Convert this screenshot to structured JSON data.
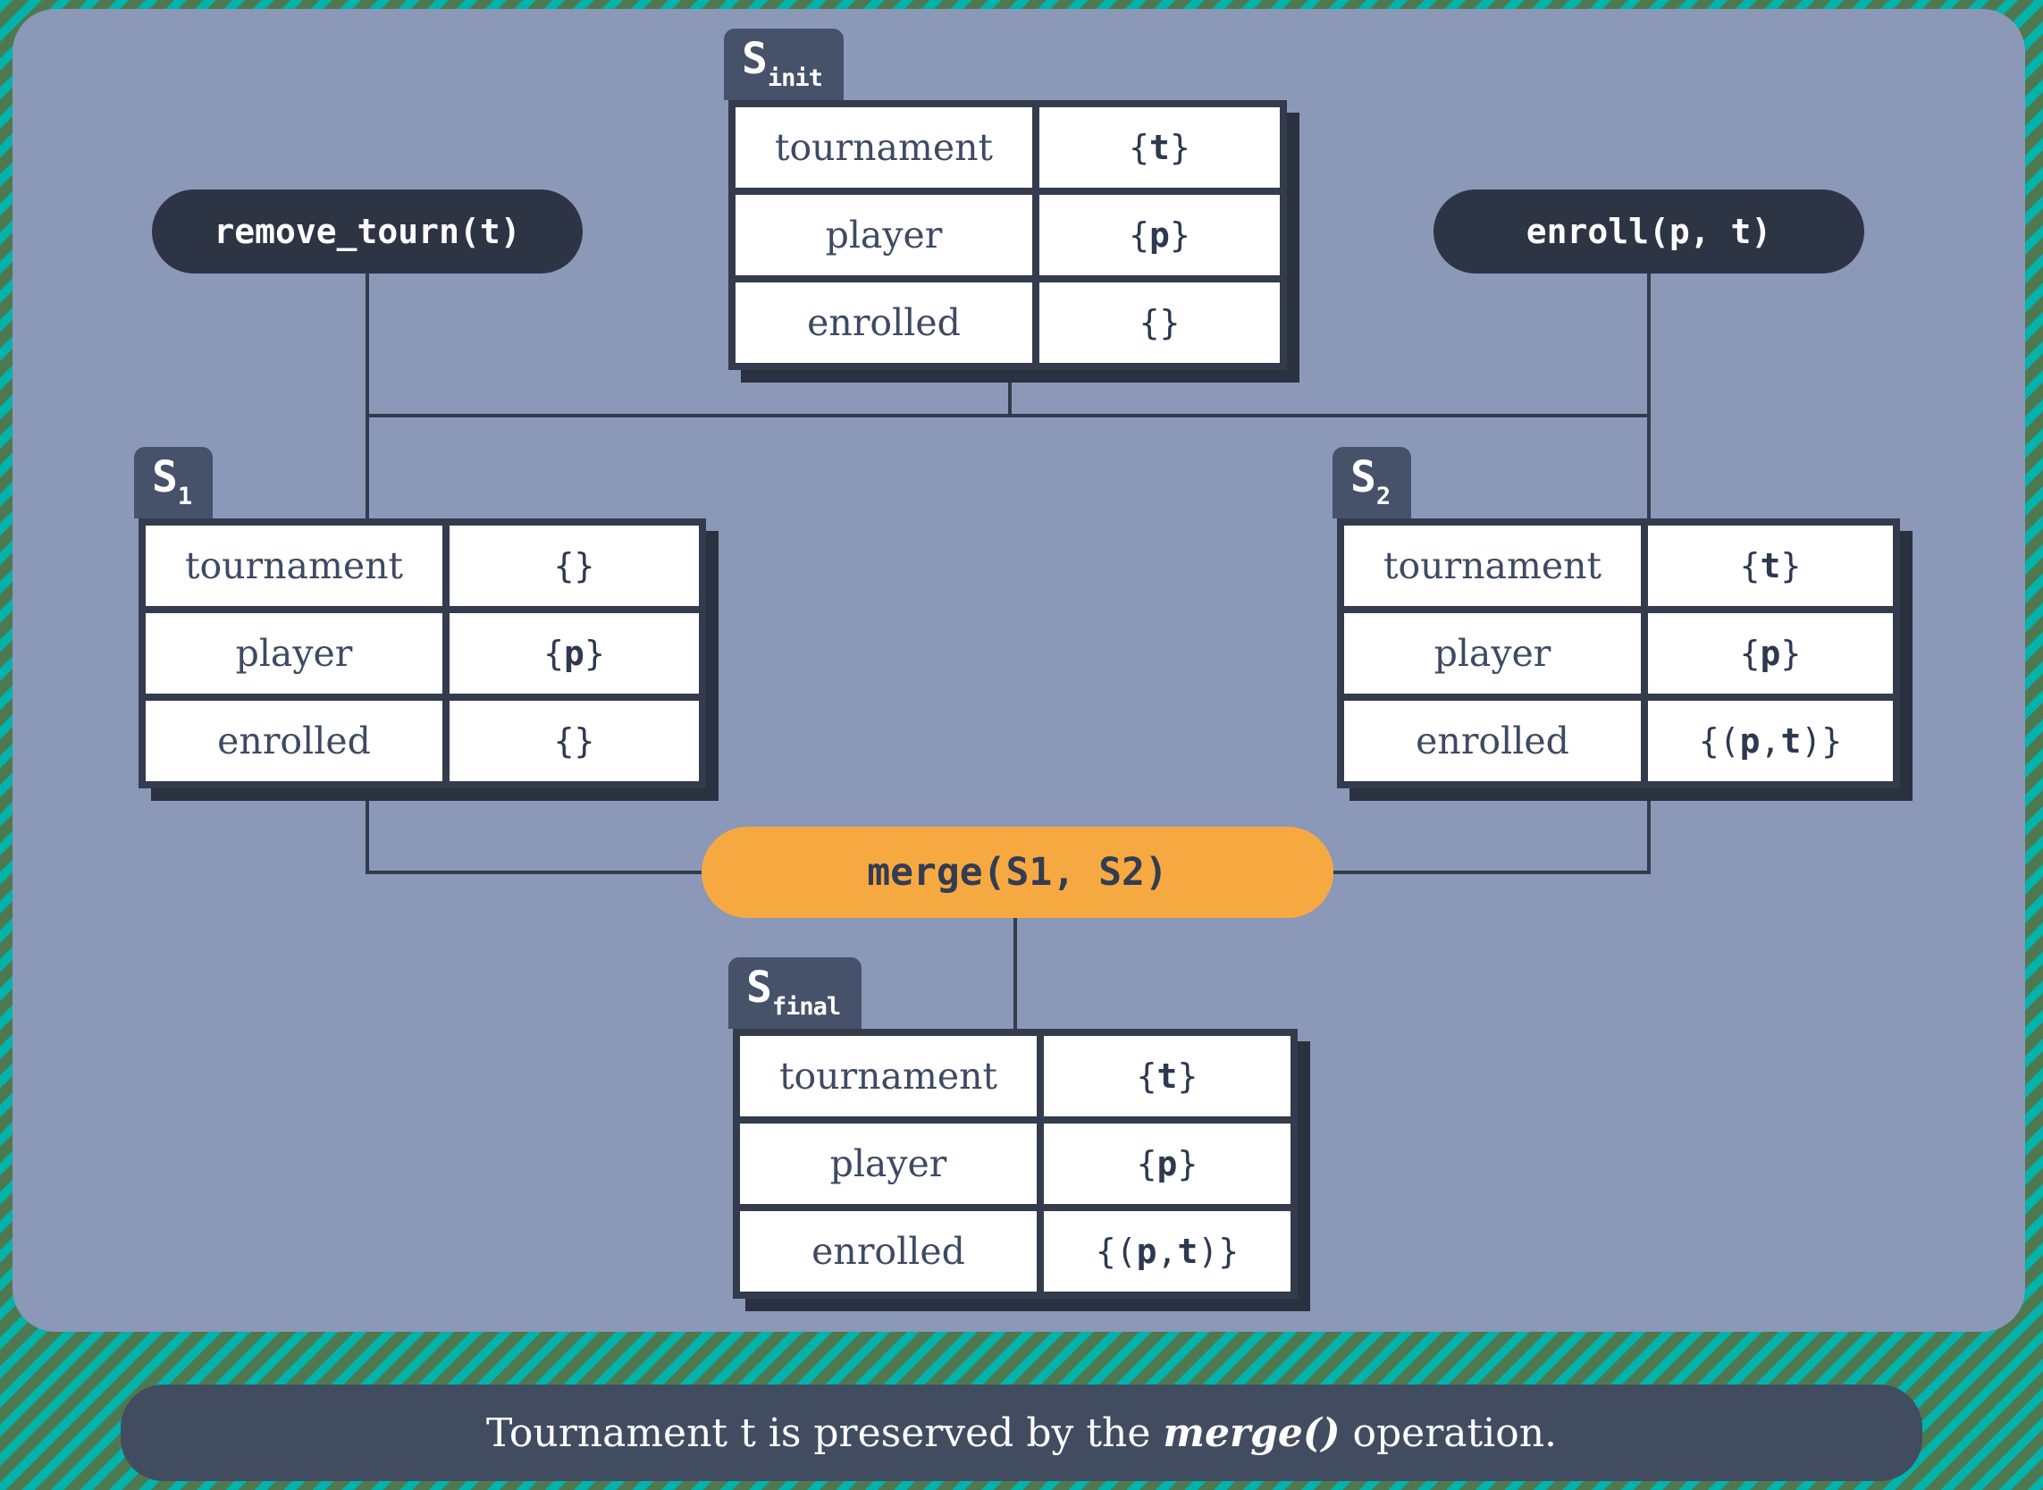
{
  "palette": {
    "stripe_green": "#4e7950",
    "stripe_teal": "#00b4ab",
    "panel_bg": "#8b98b8",
    "frame_slate": "#333b4d",
    "tab_slate": "#46526a",
    "pill_dark": "#2d3545",
    "merge_orange": "#f7a941",
    "cell_white": "#ffffff",
    "caption_bg": "#424c61"
  },
  "operations": {
    "remove_tourn": {
      "label": "remove_tourn(t)"
    },
    "enroll": {
      "label": "enroll(p, t)"
    },
    "merge": {
      "label": "merge(S1, S2)"
    }
  },
  "tables": {
    "s_init": {
      "tab_main": "S",
      "tab_sub": "init",
      "rows": [
        {
          "label": "tournament",
          "value": "{t}"
        },
        {
          "label": "player",
          "value": "{p}"
        },
        {
          "label": "enrolled",
          "value": "{}"
        }
      ]
    },
    "s1": {
      "tab_main": "S",
      "tab_sub": "1",
      "rows": [
        {
          "label": "tournament",
          "value": "{}"
        },
        {
          "label": "player",
          "value": "{p}"
        },
        {
          "label": "enrolled",
          "value": "{}"
        }
      ]
    },
    "s2": {
      "tab_main": "S",
      "tab_sub": "2",
      "rows": [
        {
          "label": "tournament",
          "value": "{t}"
        },
        {
          "label": "player",
          "value": "{p}"
        },
        {
          "label": "enrolled",
          "value": "{(p, t)}"
        }
      ]
    },
    "s_final": {
      "tab_main": "S",
      "tab_sub": "final",
      "rows": [
        {
          "label": "tournament",
          "value": "{t}"
        },
        {
          "label": "player",
          "value": "{p}"
        },
        {
          "label": "enrolled",
          "value": "{(p, t)}"
        }
      ]
    }
  },
  "caption": {
    "part1": "Tournament t is preserved by the ",
    "emphasis": "merge()",
    "part2": " operation."
  }
}
